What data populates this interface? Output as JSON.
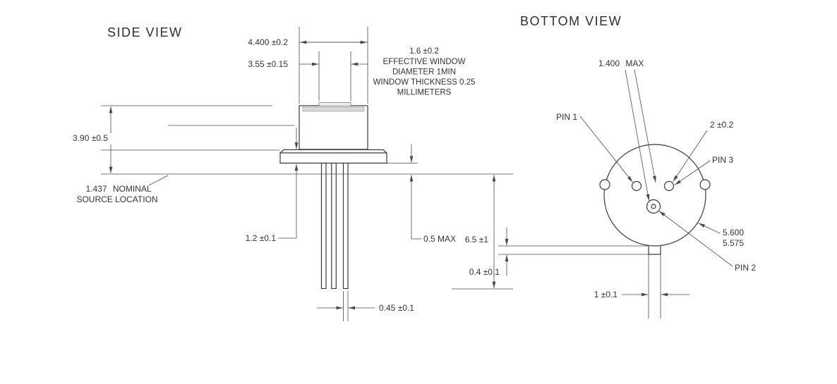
{
  "side_view": {
    "title": "SIDE VIEW",
    "cap_diameter": "4.400 ±0.2",
    "window_diameter": "3.55 ±0.15",
    "window_note": [
      "1.6 ±0.2",
      "EFFECTIVE WINDOW",
      "DIAMETER 1MIN",
      "WINDOW THICKNESS 0.25",
      "MILLIMETERS"
    ],
    "package_height": "3.90 ±0.5",
    "source_location": [
      "1.437 NOMINAL",
      "SOURCE LOCATION"
    ],
    "flange_thickness": "1.2 ±0.1",
    "standoff": "0.5 MAX",
    "lead_length": "6.5 ±1",
    "lead_diameter": "0.45 ±0.1"
  },
  "bottom_view": {
    "title": "BOTTOM VIEW",
    "aperture": "1.400 MAX",
    "pin1_label": "PIN 1",
    "pin_spacing": "2 ±0.2",
    "pin3_label": "PIN 3",
    "body_diameter": [
      "5.600",
      "5.575"
    ],
    "pin2_label": "PIN 2",
    "tab_width": "1 ±0.1",
    "tab_protrusion": "0.4 ±0.1"
  }
}
